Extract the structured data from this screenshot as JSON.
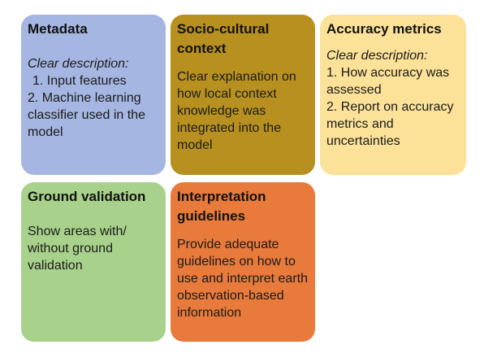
{
  "cards": [
    {
      "title": "Metadata",
      "subtitle": "Clear description:",
      "items": [
        "1. Input features",
        "2. Machine learning classifier used in the model"
      ],
      "color": "#a6b6e2"
    },
    {
      "title": "Socio-cultural context",
      "body": "Clear explanation on how local context knowledge was integrated into the model",
      "color": "#b7901f"
    },
    {
      "title": "Accuracy metrics",
      "subtitle": "Clear description:",
      "items": [
        "1. How accuracy was assessed",
        "2. Report on accuracy metrics and uncertainties"
      ],
      "color": "#fce298"
    },
    {
      "title": "Ground validation",
      "body": "Show areas with/ without ground validation",
      "color": "#a8d28b"
    },
    {
      "title": "Interpretation guidelines",
      "body": "Provide adequate guidelines on how to use and interpret earth observation-based information",
      "color": "#e87a3b"
    }
  ]
}
